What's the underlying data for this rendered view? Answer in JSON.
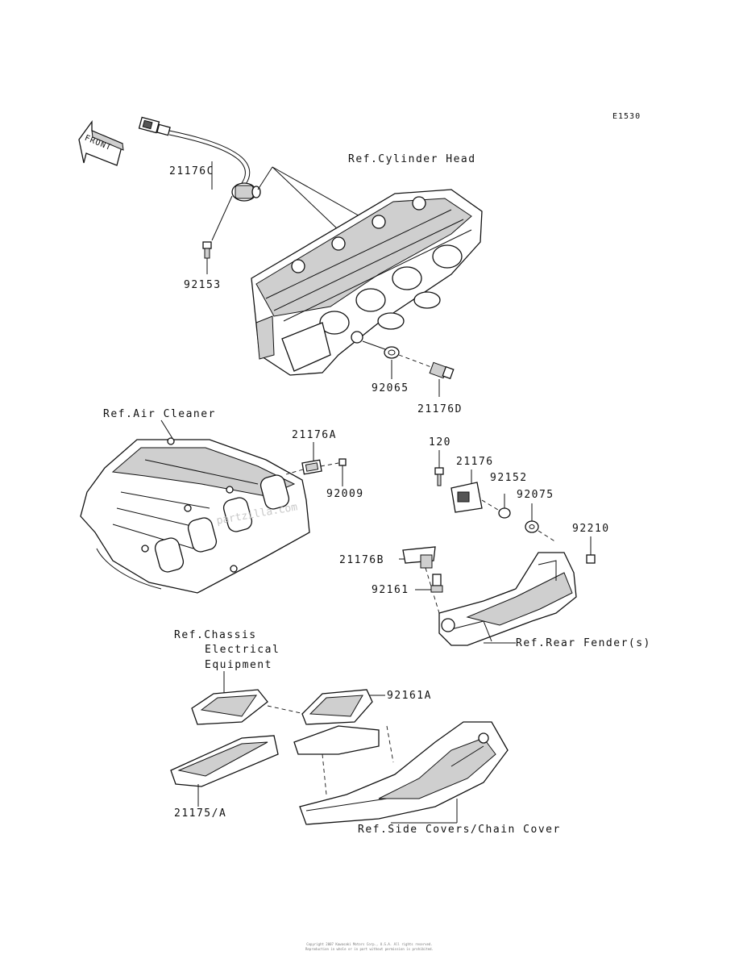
{
  "diagram_code": "E1530",
  "front_label": "FRONT",
  "references": {
    "cylinder_head": "Ref.Cylinder Head",
    "air_cleaner": "Ref.Air Cleaner",
    "chassis_line1": "Ref.Chassis",
    "chassis_line2": "Electrical",
    "chassis_line3": "Equipment",
    "rear_fender": "Ref.Rear Fender(s)",
    "side_covers": "Ref.Side Covers/Chain Cover"
  },
  "parts": {
    "p21176C": "21176C",
    "p92153": "92153",
    "p92065": "92065",
    "p21176D": "21176D",
    "p21176A": "21176A",
    "p92009": "92009",
    "p120": "120",
    "p21176": "21176",
    "p92152": "92152",
    "p92075": "92075",
    "p92210": "92210",
    "p21176B": "21176B",
    "p92161": "92161",
    "p92161A": "92161A",
    "p21175A": "21175/A"
  },
  "watermark": "partzilla.com",
  "footer_line1": "Copyright 2007 Kawasaki Motors Corp., U.S.A. All rights reserved.",
  "footer_line2": "Reproduction in whole or in part without permission is prohibited."
}
